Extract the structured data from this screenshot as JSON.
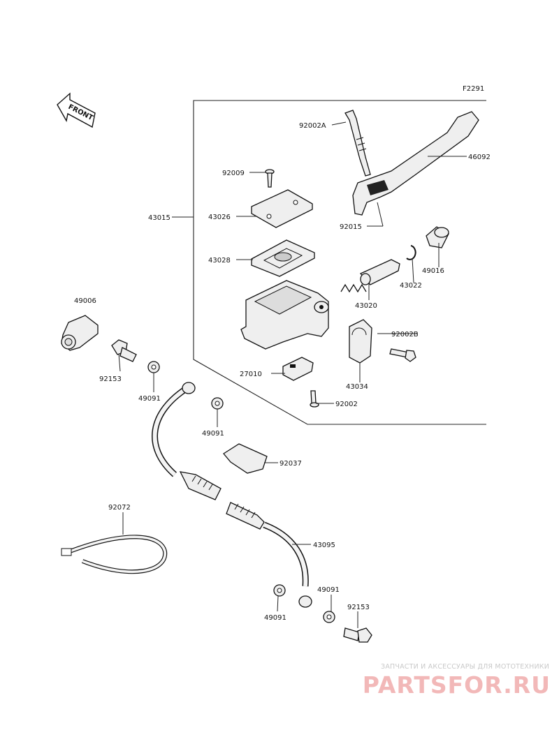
{
  "diagram_code": "F2291",
  "front_label": "FRONT",
  "parts": {
    "p92002A": "92002A",
    "p92009": "92009",
    "p46092": "46092",
    "p43015": "43015",
    "p43026": "43026",
    "p92015": "92015",
    "p43028": "43028",
    "p49016": "49016",
    "p43022": "43022",
    "p43020": "43020",
    "p49006": "49006",
    "p92002B": "92002B",
    "p92153_top": "92153",
    "p27010": "27010",
    "p43034": "43034",
    "p49091_a": "49091",
    "p92002": "92002",
    "p49091_b": "49091",
    "p92037": "92037",
    "p92072": "92072",
    "p43095": "43095",
    "p49091_c": "49091",
    "p92153_bot": "92153",
    "p49091_d": "49091"
  },
  "watermark": {
    "tagline": "ЗАПЧАСТИ И АКСЕССУАРЫ ДЛЯ МОТОТЕХНИКИ",
    "logo": "PARTSFOR.RU"
  }
}
